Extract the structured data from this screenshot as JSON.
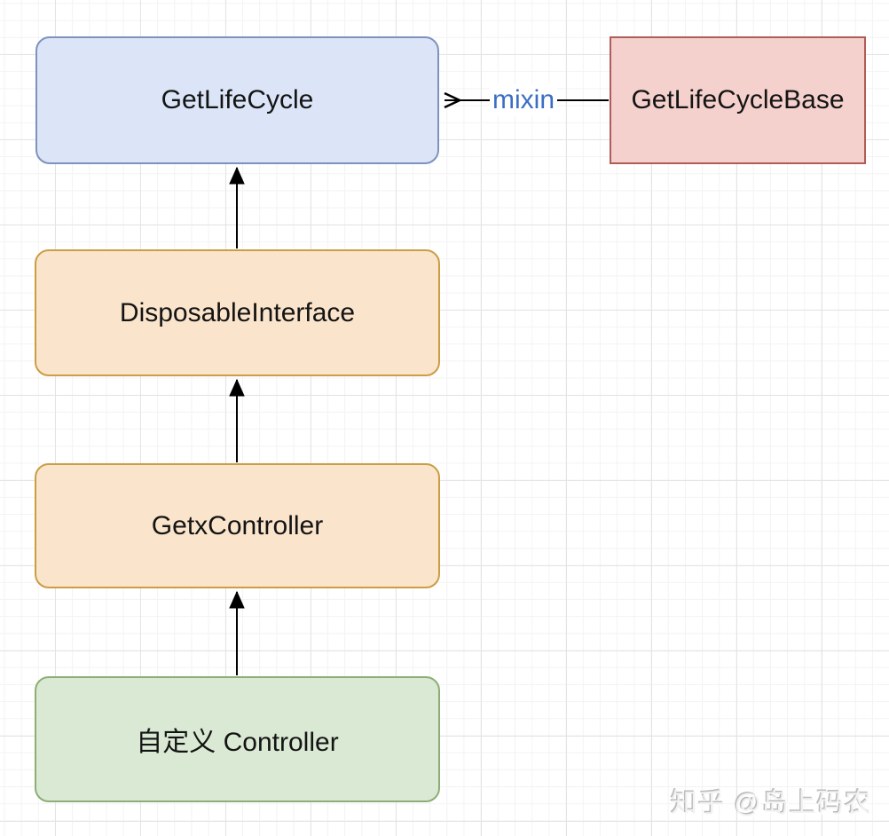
{
  "diagram": {
    "nodes": [
      {
        "id": "getlifecycle",
        "label": "GetLifeCycle",
        "color_role": "blue",
        "shape": "rounded-rectangle"
      },
      {
        "id": "getlifecyclebase",
        "label": "GetLifeCycleBase",
        "color_role": "red",
        "shape": "rectangle"
      },
      {
        "id": "disposableinterface",
        "label": "DisposableInterface",
        "color_role": "orange",
        "shape": "rounded-rectangle"
      },
      {
        "id": "getxcontroller",
        "label": "GetxController",
        "color_role": "orange",
        "shape": "rounded-rectangle"
      },
      {
        "id": "custom_controller",
        "label": "自定义 Controller",
        "color_role": "green",
        "shape": "rounded-rectangle"
      }
    ],
    "edges": [
      {
        "from": "getlifecyclebase",
        "to": "getlifecycle",
        "label": "mixin",
        "arrowhead": "open"
      },
      {
        "from": "disposableinterface",
        "to": "getlifecycle",
        "label": "",
        "arrowhead": "solid"
      },
      {
        "from": "getxcontroller",
        "to": "disposableinterface",
        "label": "",
        "arrowhead": "solid"
      },
      {
        "from": "custom_controller",
        "to": "getxcontroller",
        "label": "",
        "arrowhead": "solid"
      }
    ]
  },
  "colors": {
    "blue_fill": "#dbe5f7",
    "blue_border": "#7d93bd",
    "red_fill": "#f5d1ce",
    "red_border": "#b05c57",
    "orange_fill": "#fae5cc",
    "orange_border": "#cb9d45",
    "green_fill": "#dae9d3",
    "green_border": "#8cae76",
    "mixin_label": "#3a6fc3",
    "arrow": "#000000"
  },
  "watermark": {
    "text": "知乎 @岛上码农"
  }
}
